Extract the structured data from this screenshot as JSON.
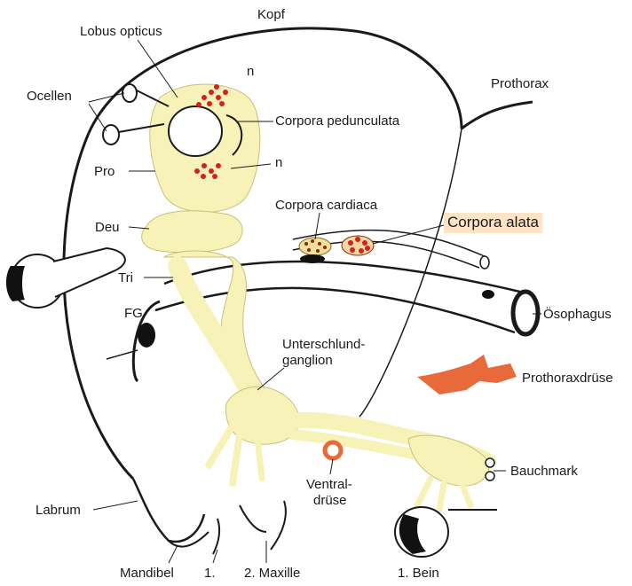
{
  "labels": {
    "kopf": "Kopf",
    "lobus_opticus": "Lobus opticus",
    "n_top": "n",
    "prothorax": "Prothorax",
    "ocellen": "Ocellen",
    "corpora_pedunculata": "Corpora pedunculata",
    "pro": "Pro",
    "n_mid": "n",
    "corpora_cardiaca": "Corpora cardiaca",
    "corpora_alata": "Corpora alata",
    "deu": "Deu",
    "tri": "Tri",
    "fg": "FG",
    "oesophagus": "Ösophagus",
    "unterschlund_line1": "Unterschlund-",
    "unterschlund_line2": "ganglion",
    "prothoraxdruese": "Prothoraxdrüse",
    "bauchmark": "Bauchmark",
    "ventral_line1": "Ventral-",
    "ventral_line2": "drüse",
    "labrum": "Labrum",
    "mandibel": "Mandibel",
    "maxille1": "1.",
    "maxille2": "2. Maxille",
    "bein": "1. Bein"
  },
  "colors": {
    "nerve_tissue": "#f7f2b8",
    "outline": "#1a1a1a",
    "neurosecretory_cells": "#d42020",
    "prothoracic_gland": "#e8693a",
    "ventral_gland": "#e8693a",
    "highlight": "#fde4c6"
  }
}
